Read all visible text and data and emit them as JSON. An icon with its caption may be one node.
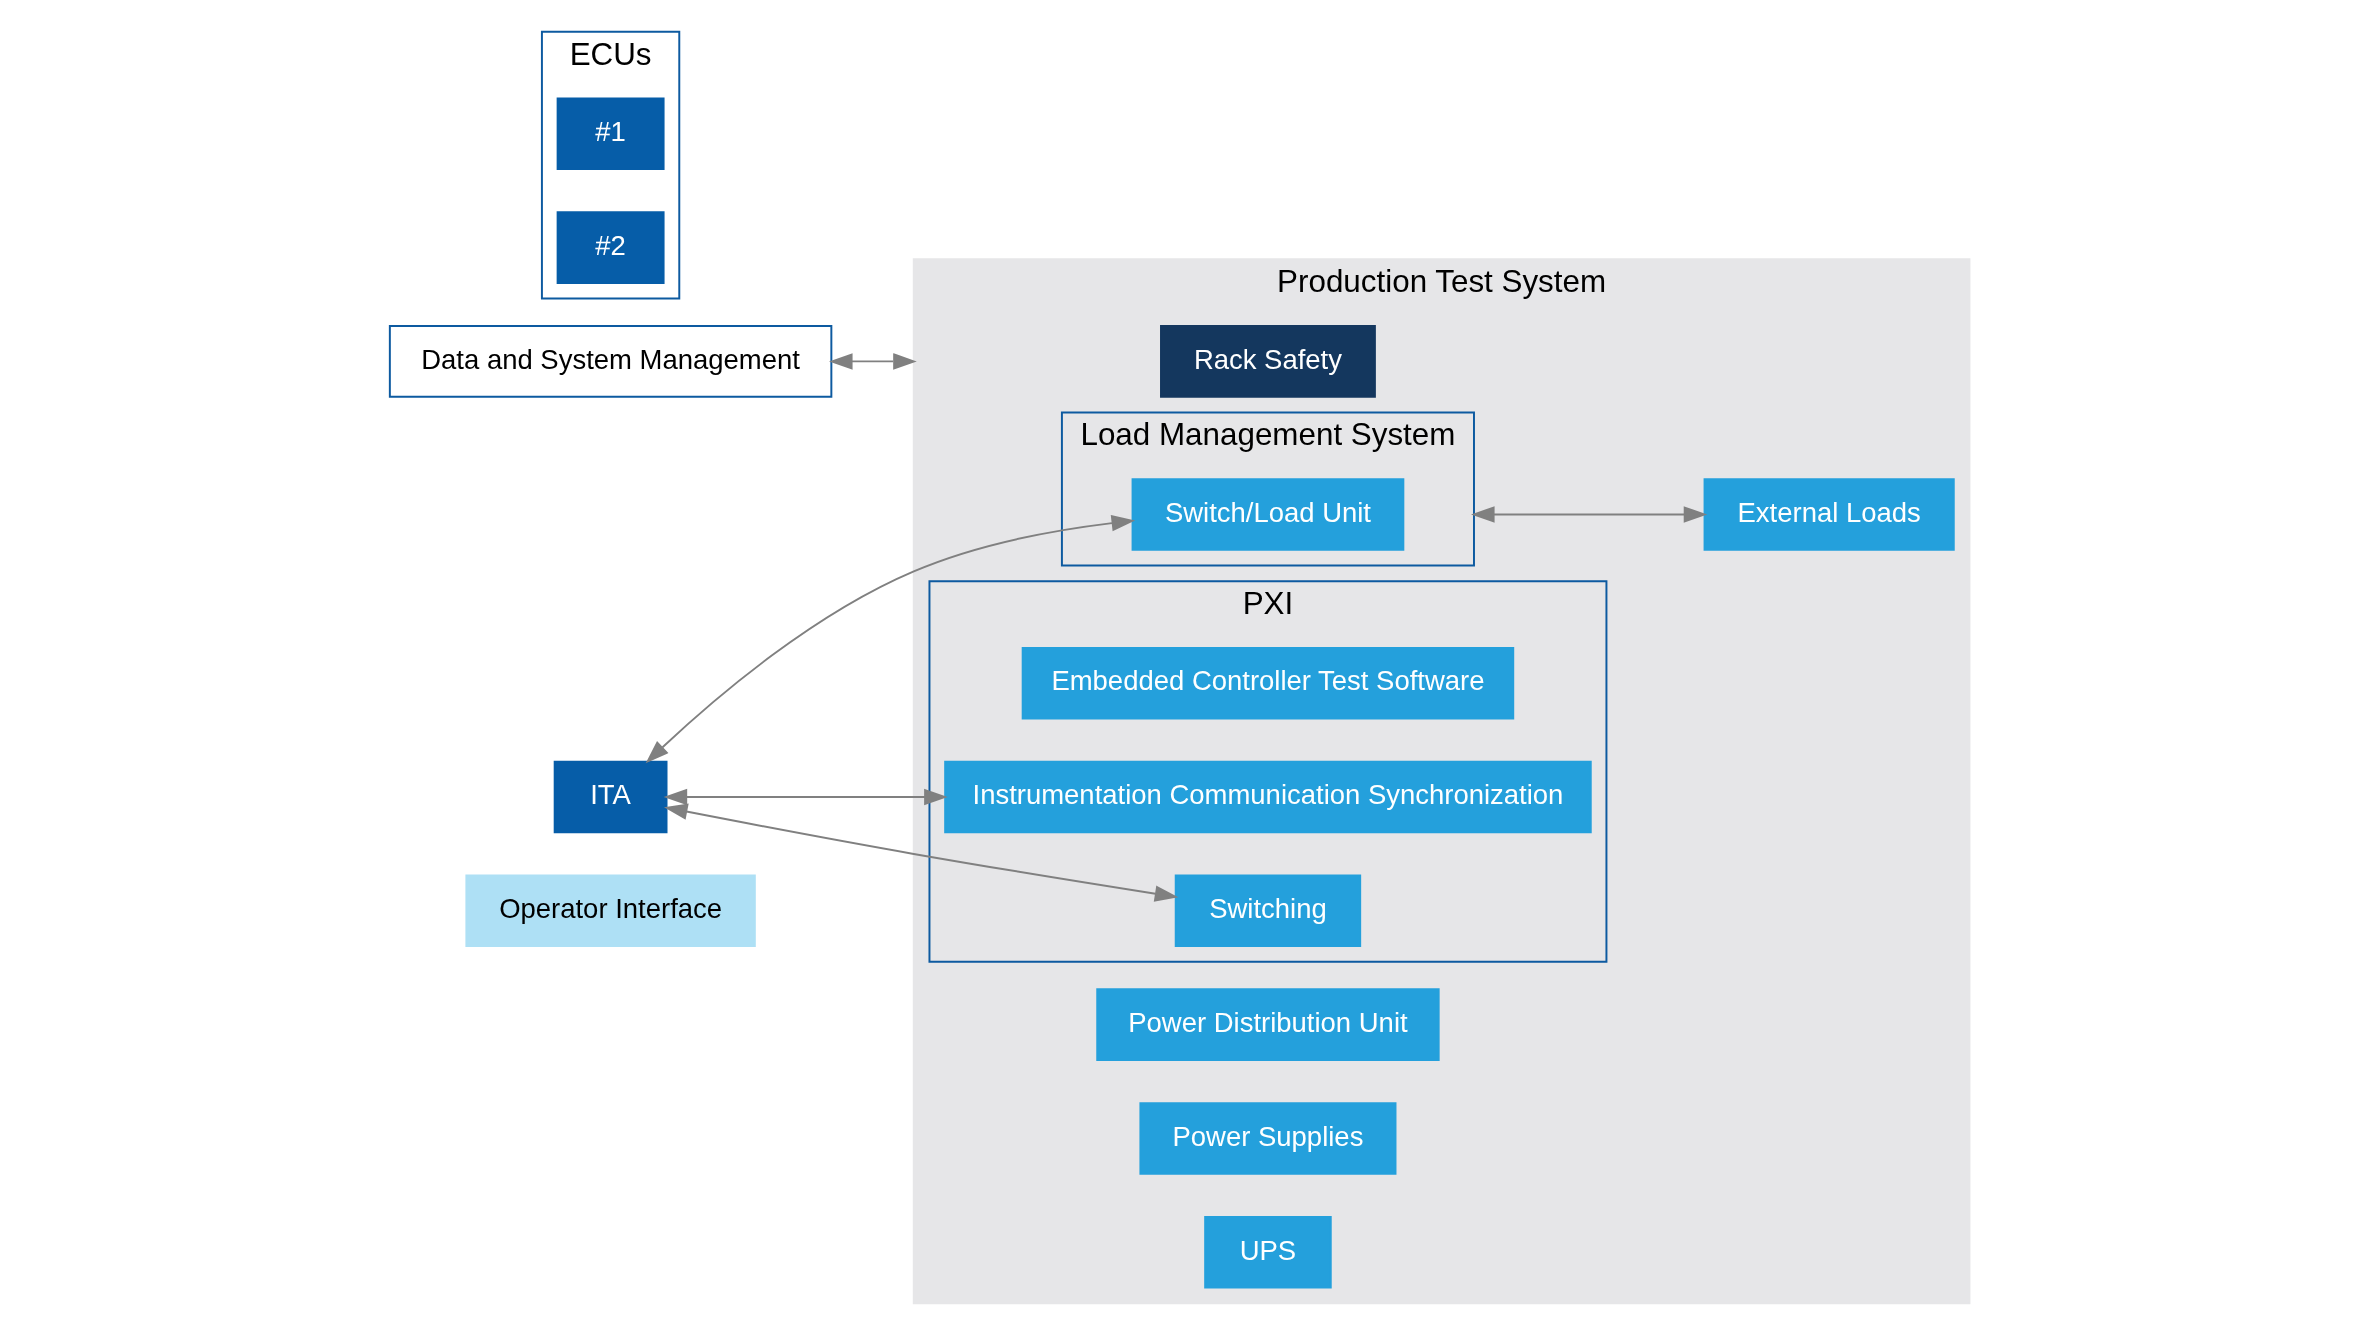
{
  "diagram": {
    "nodes": [
      {
        "text": [
          "Operator Interface"
        ]
      },
      {
        "text": [
          "Production Test System"
        ]
      },
      {
        "text": [
          "Rack Safety"
        ],
        "in": 1
      },
      {
        "text": [
          "PXI"
        ],
        "in": 1
      },
      {
        "text": [
          "Embedded Controller Test Software"
        ],
        "in": 3
      },
      {
        "text": [
          "Instrumentation Communication Synchronization"
        ],
        "in": 3
      },
      {
        "text": [
          "Switching"
        ],
        "in": 3
      },
      {
        "text": [
          "Load Management System"
        ],
        "in": 1
      },
      {
        "text": [
          "Switch/Load Unit"
        ],
        "in": 7
      },
      {
        "text": [
          "External Loads"
        ],
        "in": 1
      },
      {
        "text": [
          "Power Distribution Unit"
        ],
        "in": 1
      },
      {
        "text": [
          "Power Supplies"
        ],
        "in": 1
      },
      {
        "text": [
          "UPS"
        ],
        "in": 1
      },
      {
        "text": [
          "Data and System Management"
        ]
      },
      {
        "text": [
          "ECUs"
        ]
      },
      {
        "text": [
          "#1"
        ],
        "in": 14
      },
      {
        "text": [
          "#2"
        ],
        "in": 14
      },
      {
        "text": [
          "ITA"
        ]
      }
    ],
    "edges": [
      {
        "from": 13,
        "to": 1,
        "arrow": "both"
      },
      {
        "from": 17,
        "to": 5,
        "arrow": "both"
      },
      {
        "from": 17,
        "to": 6,
        "arrow": "both"
      },
      {
        "from": 17,
        "to": 8,
        "arrow": "both"
      },
      {
        "from": 7,
        "to": 9,
        "arrow": "both"
      }
    ]
  }
}
